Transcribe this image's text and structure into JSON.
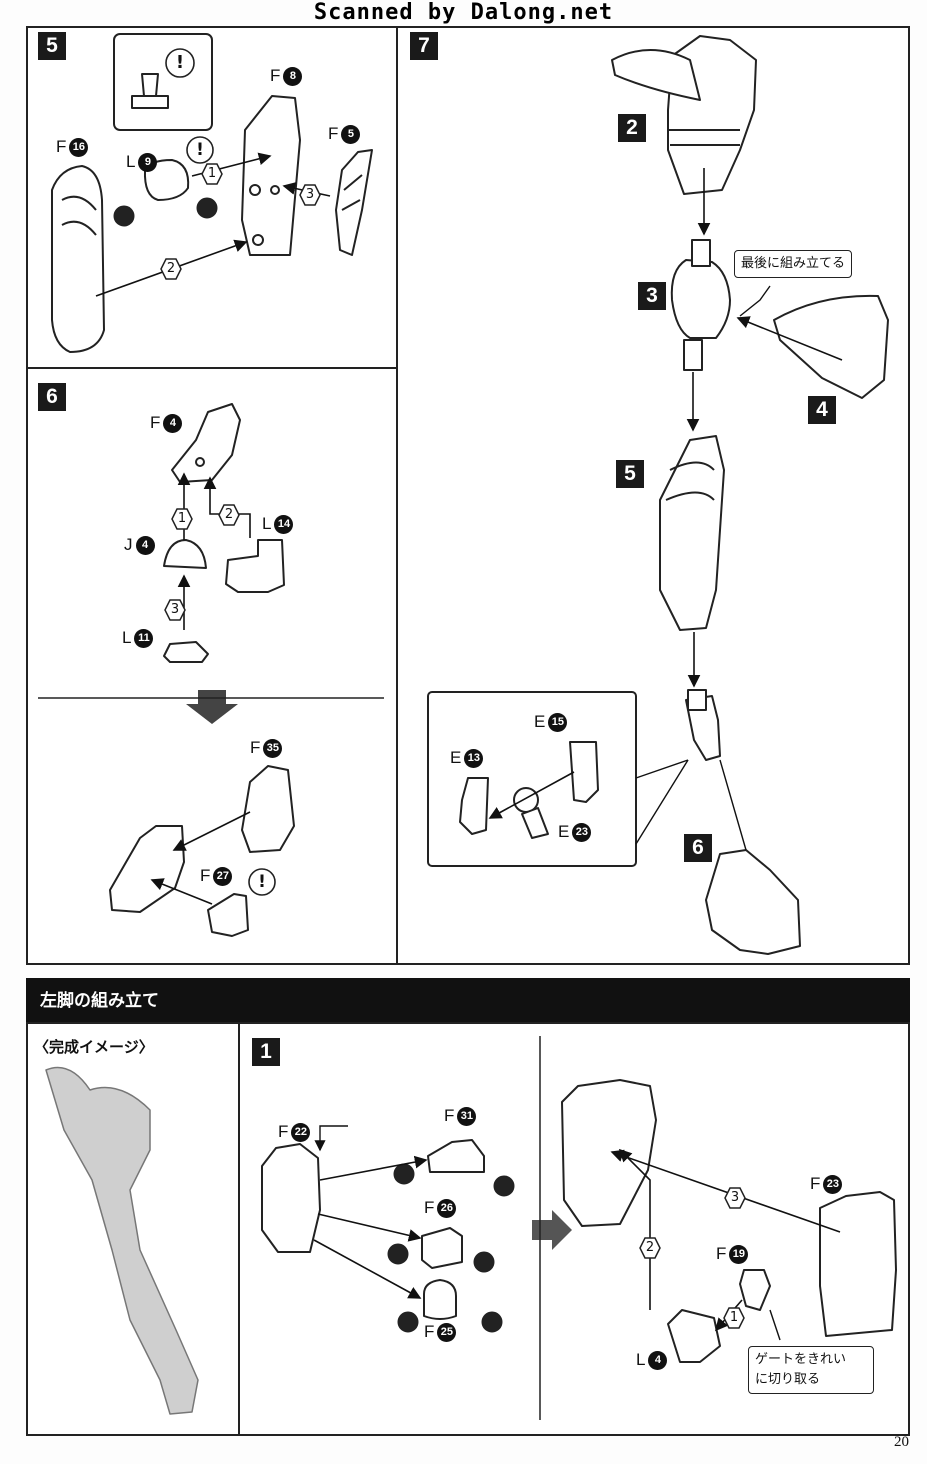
{
  "watermark": "Scanned by Dalong.net",
  "page_number": "20",
  "steps": {
    "s5": "5",
    "s6": "6",
    "s7": "7",
    "s1": "1",
    "s7_sub": [
      "2",
      "3",
      "4",
      "5",
      "6"
    ]
  },
  "labels": {
    "f16": {
      "letter": "F",
      "num": "16"
    },
    "l9": {
      "letter": "L",
      "num": "9"
    },
    "f8": {
      "letter": "F",
      "num": "8"
    },
    "f5": {
      "letter": "F",
      "num": "5"
    },
    "f4": {
      "letter": "F",
      "num": "4"
    },
    "j4": {
      "letter": "J",
      "num": "4"
    },
    "l14": {
      "letter": "L",
      "num": "14"
    },
    "l11": {
      "letter": "L",
      "num": "11"
    },
    "f35": {
      "letter": "F",
      "num": "35"
    },
    "f27": {
      "letter": "F",
      "num": "27"
    },
    "e15": {
      "letter": "E",
      "num": "15"
    },
    "e13": {
      "letter": "E",
      "num": "13"
    },
    "e23": {
      "letter": "E",
      "num": "23"
    },
    "f22": {
      "letter": "F",
      "num": "22"
    },
    "f31": {
      "letter": "F",
      "num": "31"
    },
    "f26": {
      "letter": "F",
      "num": "26"
    },
    "f25": {
      "letter": "F",
      "num": "25"
    },
    "f23": {
      "letter": "F",
      "num": "23"
    },
    "f19": {
      "letter": "F",
      "num": "19"
    },
    "l4": {
      "letter": "L",
      "num": "4"
    }
  },
  "order": [
    "1",
    "2",
    "3"
  ],
  "notes": {
    "assemble_last": "最後に組み立てる",
    "gate_line1": "ゲートをきれい",
    "gate_line2": "に切り取る"
  },
  "section": {
    "title": "左脚の組み立て",
    "image_caption": "〈完成イメージ〉"
  },
  "warning_mark": "!"
}
